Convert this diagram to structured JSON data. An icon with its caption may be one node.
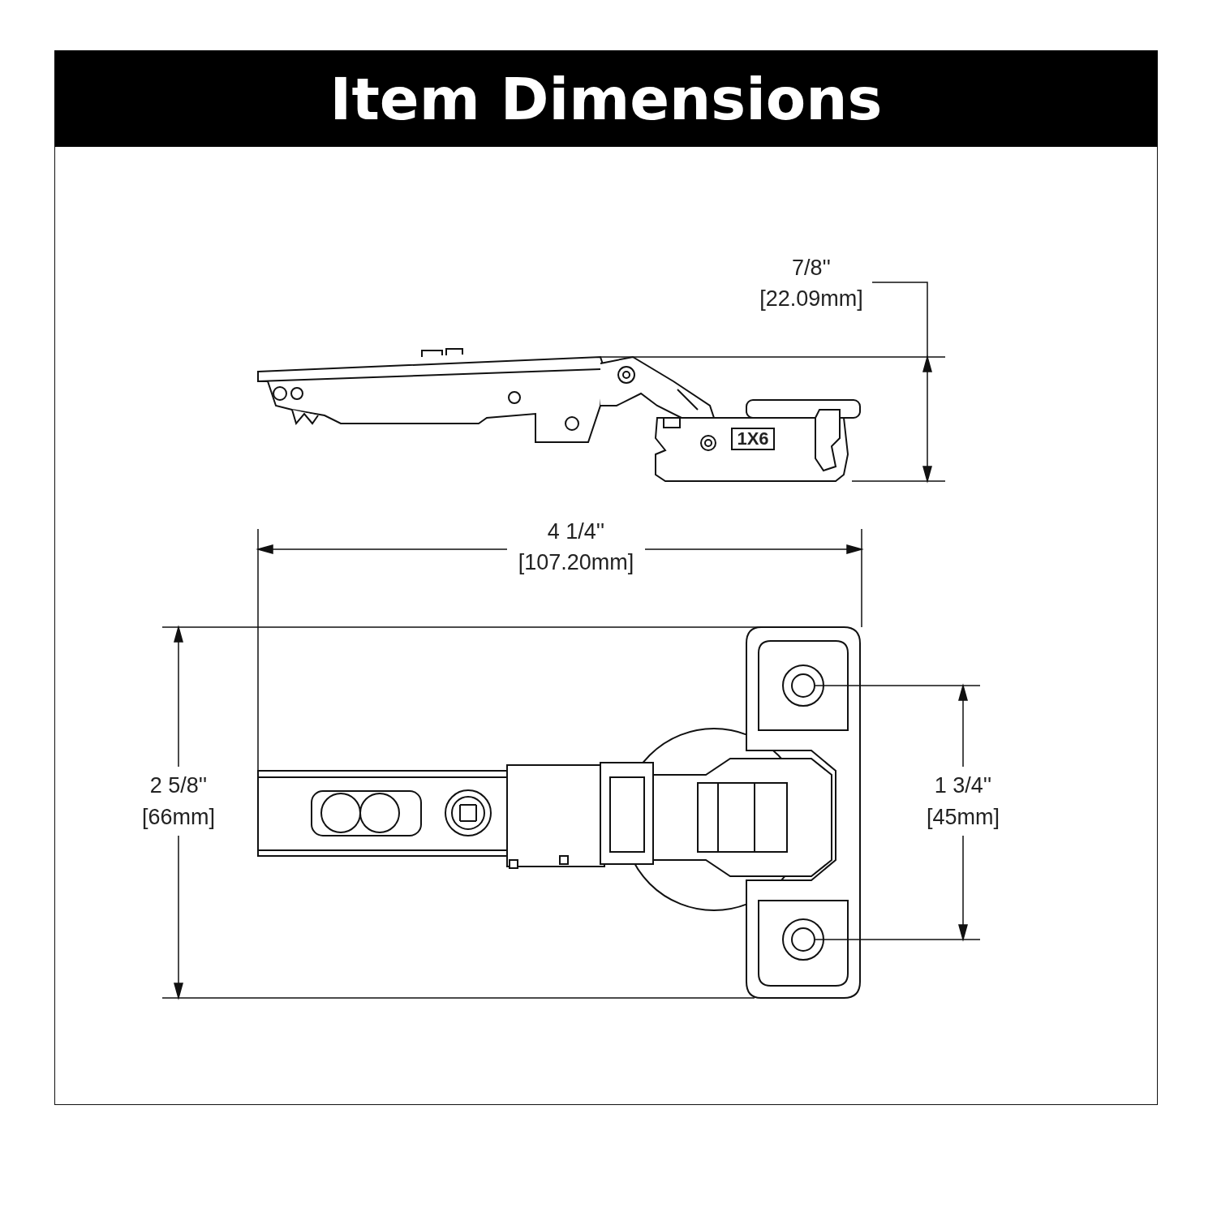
{
  "diagram": {
    "title": "Item Dimensions",
    "labels": [
      "7/8''",
      "[22.09mm]",
      "1X6",
      "4 1/4''",
      "[107.20mm]",
      "2 5/8''",
      "[66mm]",
      "1 3/4''",
      "[45mm]"
    ]
  }
}
